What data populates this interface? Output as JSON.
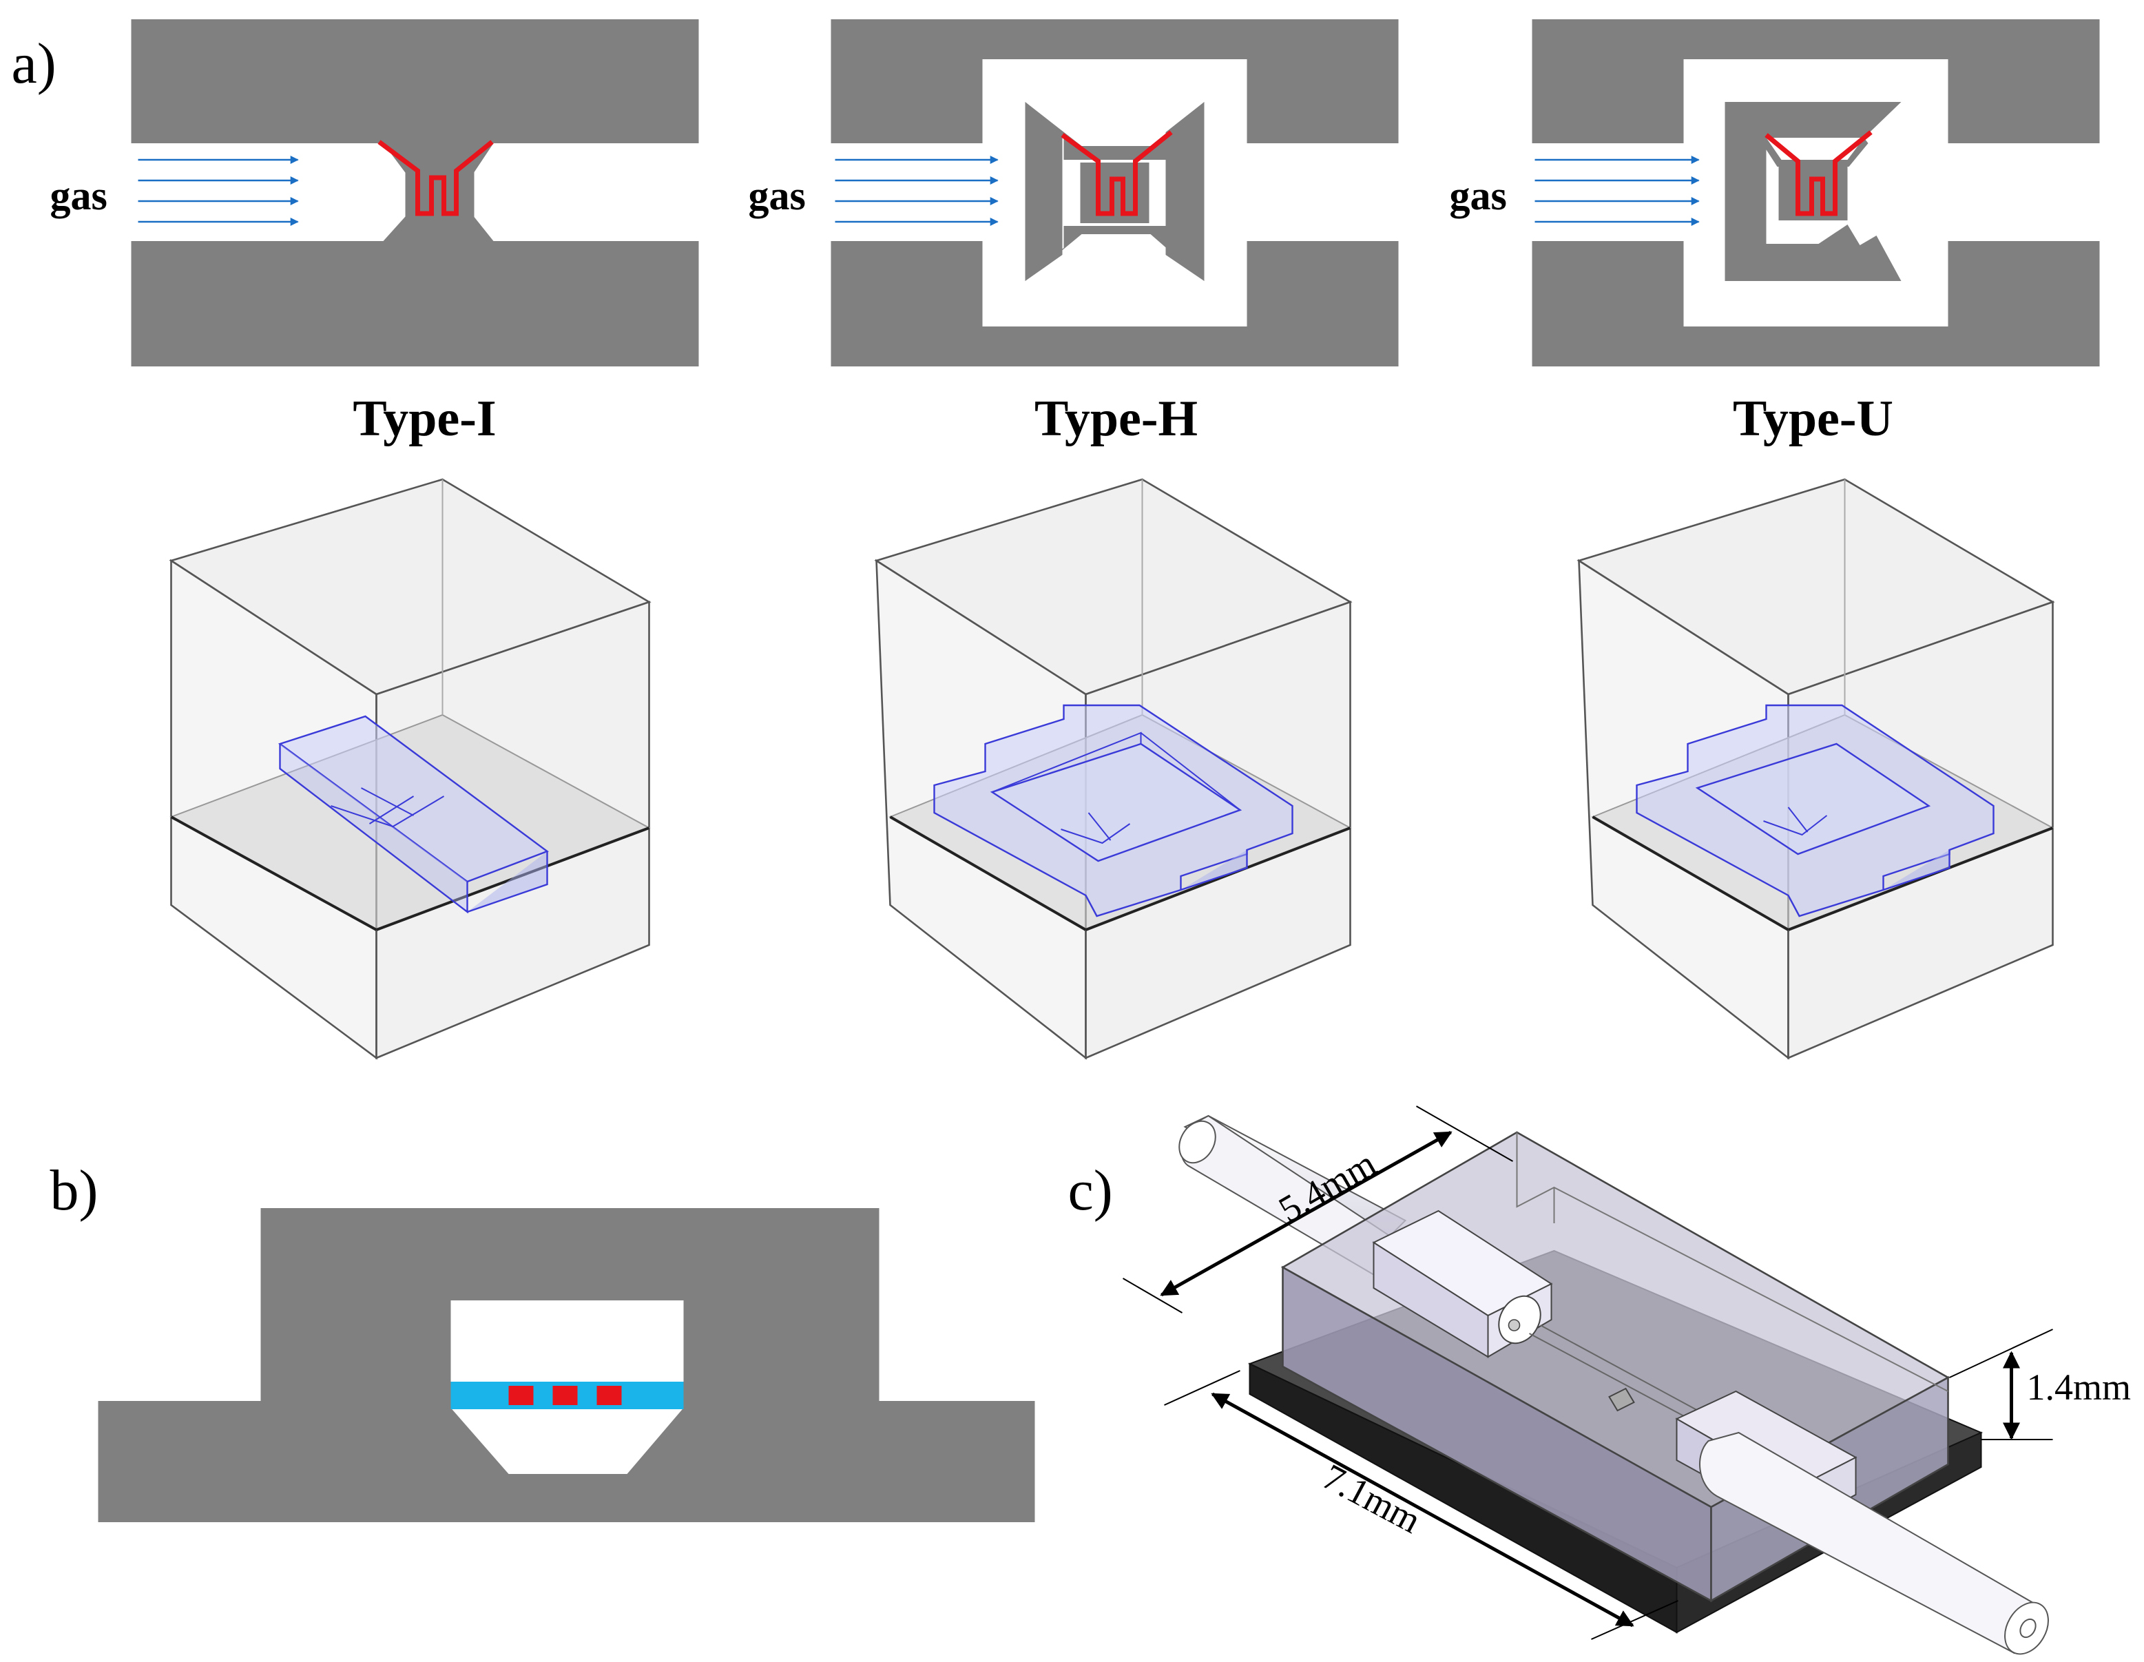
{
  "panels": {
    "a": "a)",
    "b": "b)",
    "c": "c)"
  },
  "gas_label": "gas",
  "types": [
    {
      "id": "type-i",
      "label": "Type-I"
    },
    {
      "id": "type-h",
      "label": "Type-H"
    },
    {
      "id": "type-u",
      "label": "Type-U"
    }
  ],
  "dimensions": {
    "width": "5.4mm",
    "length": "7.1mm",
    "height": "1.4mm"
  },
  "colors": {
    "substrate": "#808080",
    "heater": "#e8141b",
    "flow_arrow": "#1a6fc4",
    "membrane": "#1ab3ea",
    "mesh_edge": "#3a3ad8",
    "mesh_fill": "#c9cdf6",
    "box_edge": "#555555",
    "box_fill": "#f1f1f1"
  }
}
